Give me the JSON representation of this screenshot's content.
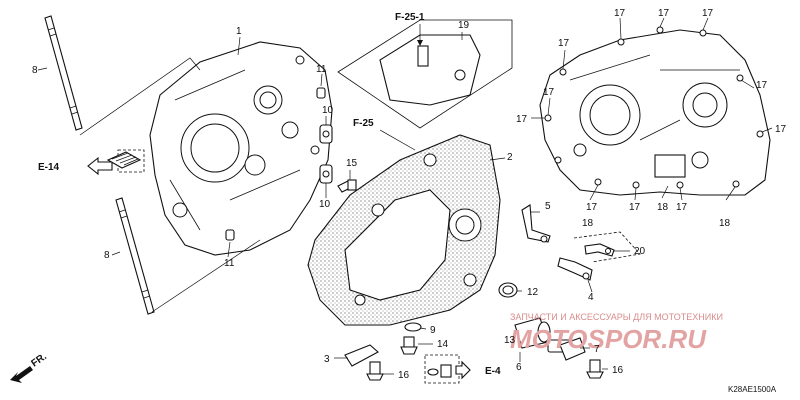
{
  "diagram": {
    "drawing_code": "K28AE1500A",
    "direction_label": "FR.",
    "watermark": {
      "text": "ЗАПЧАСТИ И АКСЕССУАРЫ ДЛЯ МОТОТЕХНИКИ",
      "logo": "MOTOSPOR.RU"
    },
    "references": [
      "F-25-1",
      "F-25",
      "E-14",
      "E-4"
    ],
    "callouts": [
      {
        "id": "c1",
        "text": "1"
      },
      {
        "id": "c2",
        "text": "2"
      },
      {
        "id": "c3",
        "text": "3"
      },
      {
        "id": "c4",
        "text": "4"
      },
      {
        "id": "c5",
        "text": "5"
      },
      {
        "id": "c6",
        "text": "6"
      },
      {
        "id": "c7",
        "text": "7"
      },
      {
        "id": "c8a",
        "text": "8"
      },
      {
        "id": "c8b",
        "text": "8"
      },
      {
        "id": "c9",
        "text": "9"
      },
      {
        "id": "c10a",
        "text": "10"
      },
      {
        "id": "c10b",
        "text": "10"
      },
      {
        "id": "c11a",
        "text": "11"
      },
      {
        "id": "c11b",
        "text": "11"
      },
      {
        "id": "c12",
        "text": "12"
      },
      {
        "id": "c13",
        "text": "13"
      },
      {
        "id": "c14",
        "text": "14"
      },
      {
        "id": "c15",
        "text": "15"
      },
      {
        "id": "c16a",
        "text": "16"
      },
      {
        "id": "c16b",
        "text": "16"
      },
      {
        "id": "c17a",
        "text": "17"
      },
      {
        "id": "c17b",
        "text": "17"
      },
      {
        "id": "c17c",
        "text": "17"
      },
      {
        "id": "c17d",
        "text": "17"
      },
      {
        "id": "c17e",
        "text": "17"
      },
      {
        "id": "c17f",
        "text": "17"
      },
      {
        "id": "c17g",
        "text": "17"
      },
      {
        "id": "c17h",
        "text": "17"
      },
      {
        "id": "c17i",
        "text": "17"
      },
      {
        "id": "c17j",
        "text": "17"
      },
      {
        "id": "c17k",
        "text": "17"
      },
      {
        "id": "c18a",
        "text": "18"
      },
      {
        "id": "c18b",
        "text": "18"
      },
      {
        "id": "c18c",
        "text": "18"
      },
      {
        "id": "c19",
        "text": "19"
      },
      {
        "id": "c20",
        "text": "20"
      }
    ]
  }
}
